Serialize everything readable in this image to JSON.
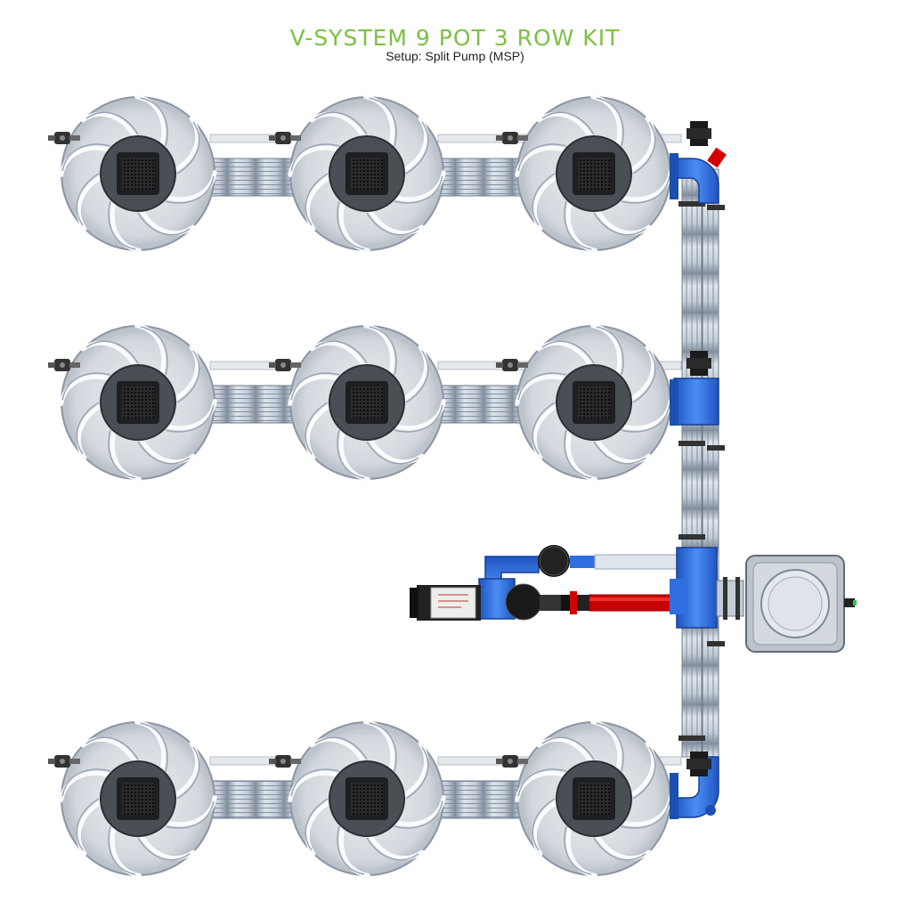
{
  "header": {
    "title": "V-SYSTEM 9 POT 3 ROW KIT",
    "subtitle": "Setup: Split Pump (MSP)"
  },
  "colors": {
    "title_green": "#7ac143",
    "pot_grey": "#d4d8de",
    "pipe_blue": "#2f6fe0",
    "feed_red": "#d40000",
    "hose_grey": "#a6b3c3"
  },
  "system": {
    "rows": 3,
    "pots_per_row": 3,
    "total_pots": 9,
    "pump_type": "split-pump"
  }
}
